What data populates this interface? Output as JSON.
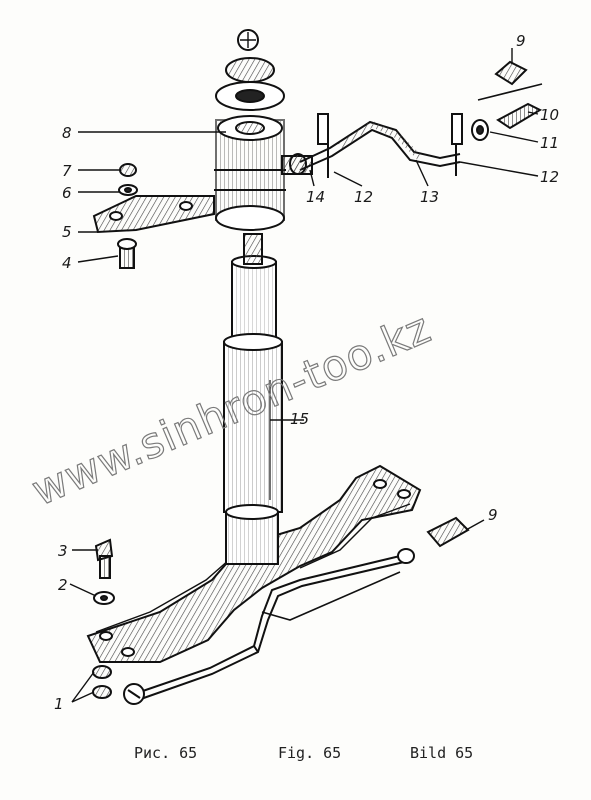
{
  "figure": {
    "captions": {
      "ru": "Рис. 65",
      "en": "Fig. 65",
      "de": "Bild 65"
    },
    "watermark": "www.sinhron-too.kz",
    "callouts": [
      {
        "id": "c1",
        "label": "1"
      },
      {
        "id": "c2",
        "label": "2"
      },
      {
        "id": "c3",
        "label": "3"
      },
      {
        "id": "c4",
        "label": "4"
      },
      {
        "id": "c5",
        "label": "5"
      },
      {
        "id": "c6",
        "label": "6"
      },
      {
        "id": "c7",
        "label": "7"
      },
      {
        "id": "c8",
        "label": "8"
      },
      {
        "id": "c9a",
        "label": "9"
      },
      {
        "id": "c9b",
        "label": "9"
      },
      {
        "id": "c10",
        "label": "10"
      },
      {
        "id": "c11",
        "label": "11"
      },
      {
        "id": "c12a",
        "label": "12"
      },
      {
        "id": "c12b",
        "label": "12"
      },
      {
        "id": "c13",
        "label": "13"
      },
      {
        "id": "c14",
        "label": "14"
      },
      {
        "id": "c15",
        "label": "15"
      }
    ]
  }
}
